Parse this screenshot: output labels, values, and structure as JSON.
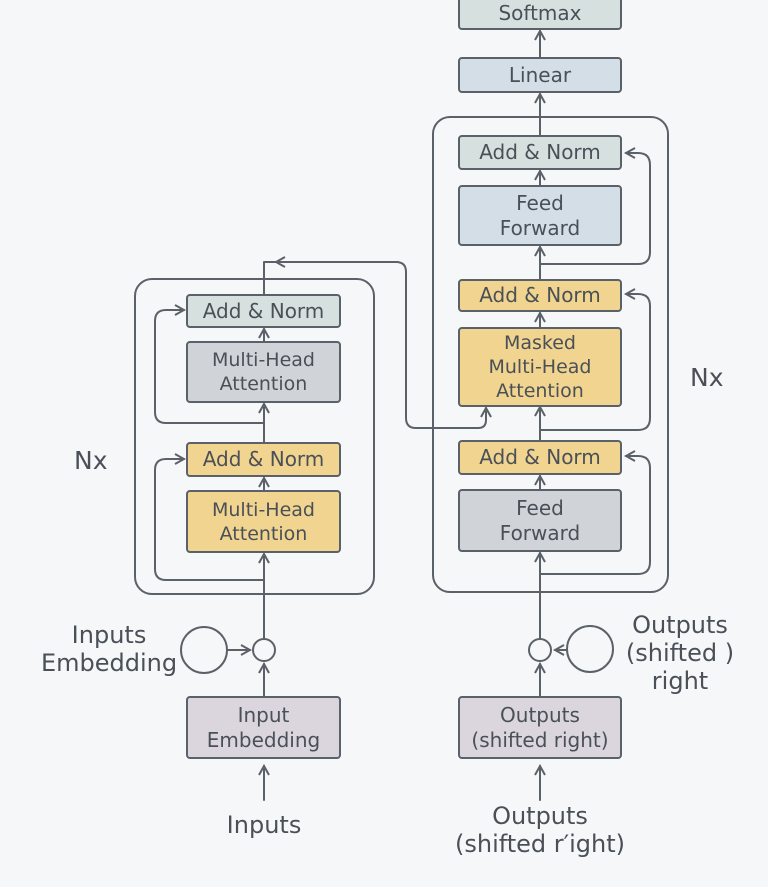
{
  "decoder_top": {
    "softmax": "Softmax",
    "linear": "Linear"
  },
  "encoder": {
    "add_norm_top": "Add & Norm",
    "attention": "Multi-Head\nAttention",
    "add_norm_bottom": "Add & Norm",
    "multi_head_attention": "Multi-Head\nAttention",
    "repeat": "Nx",
    "input_embedding": "Input\nEmbedding",
    "embedding_side_label": "Inputs\nEmbedding",
    "inputs_label": "Inputs"
  },
  "decoder": {
    "add_norm_top": "Add & Norm",
    "feed_forward_top": "Feed\nForward",
    "add_norm_middle": "Add & Norm",
    "masked_attention": "Masked\nMulti-Head\nAttention",
    "add_norm_bottom": "Add & Norm",
    "feed_forward_bottom": "Feed\nForward",
    "repeat": "Nx",
    "outputs_embedding": "Outputs\n(shifted right)",
    "side_label": "Outputs\n(shifted )\nright",
    "outputs_label": "Outputs\n(shifted r′ight)"
  },
  "colors": {
    "stroke": "#5b6168",
    "mint": "#d6e1df",
    "blue": "#d3dee6",
    "gray": "#d0d4d8",
    "gold": "#f0d48f",
    "mauve": "#dbd6dd"
  }
}
